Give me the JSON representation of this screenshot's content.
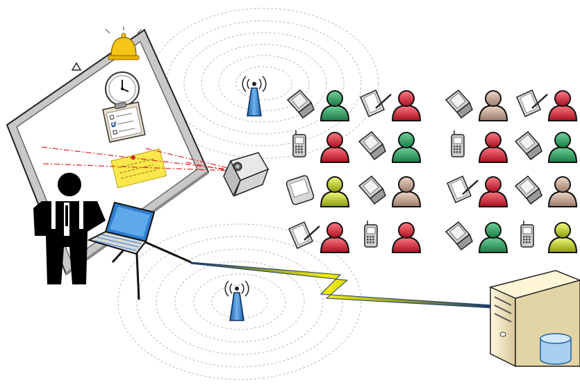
{
  "scene": {
    "background": "#ffffff",
    "colors": {
      "board_frame": "#c8c8c8",
      "bell": "#f5c518",
      "sticky_note": "#fbe84c",
      "laser": "#e03030",
      "antenna": "#2e7fd0",
      "lightning": "#f0e800",
      "server": "#efe6c8",
      "database": "#a8d0f0",
      "person": "#000000",
      "laptop_screen": "#2f7fd0"
    },
    "icons": {
      "presenter": "person-icon",
      "laptop": "laptop-icon",
      "whiteboard": "interactive-whiteboard-icon",
      "bell": "bell-icon",
      "clock": "clock-icon",
      "checklist": "clipboard-checklist-icon",
      "sticky_note": "sticky-note-icon",
      "projector": "projector-icon",
      "access_point": "wireless-access-point-icon",
      "link": "lightning-link-icon",
      "server": "server-icon",
      "database": "database-icon"
    },
    "participants": [
      {
        "device": "flip-phone",
        "person_color": "#2a9a5a"
      },
      {
        "device": "tablet-pen",
        "person_color": "#d82a3a"
      },
      {
        "device": "flip-phone",
        "person_color": "#c8a898"
      },
      {
        "device": "tablet-pen",
        "person_color": "#d82a3a"
      },
      {
        "device": "cell-phone",
        "person_color": "#d82a3a"
      },
      {
        "device": "flip-phone",
        "person_color": "#2a9a5a"
      },
      {
        "device": "cell-phone",
        "person_color": "#d82a3a"
      },
      {
        "device": "flip-phone",
        "person_color": "#2a9a5a"
      },
      {
        "device": "pda",
        "person_color": "#c8d838"
      },
      {
        "device": "flip-phone",
        "person_color": "#c8a898"
      },
      {
        "device": "tablet-pen",
        "person_color": "#d82a3a"
      },
      {
        "device": "flip-phone",
        "person_color": "#c8a898"
      },
      {
        "device": "tablet-pen",
        "person_color": "#d82a3a"
      },
      {
        "device": "cell-phone",
        "person_color": "#d82a3a"
      },
      {
        "device": "flip-phone",
        "person_color": "#2a9a5a"
      },
      {
        "device": "cell-phone",
        "person_color": "#c8d838"
      }
    ]
  }
}
